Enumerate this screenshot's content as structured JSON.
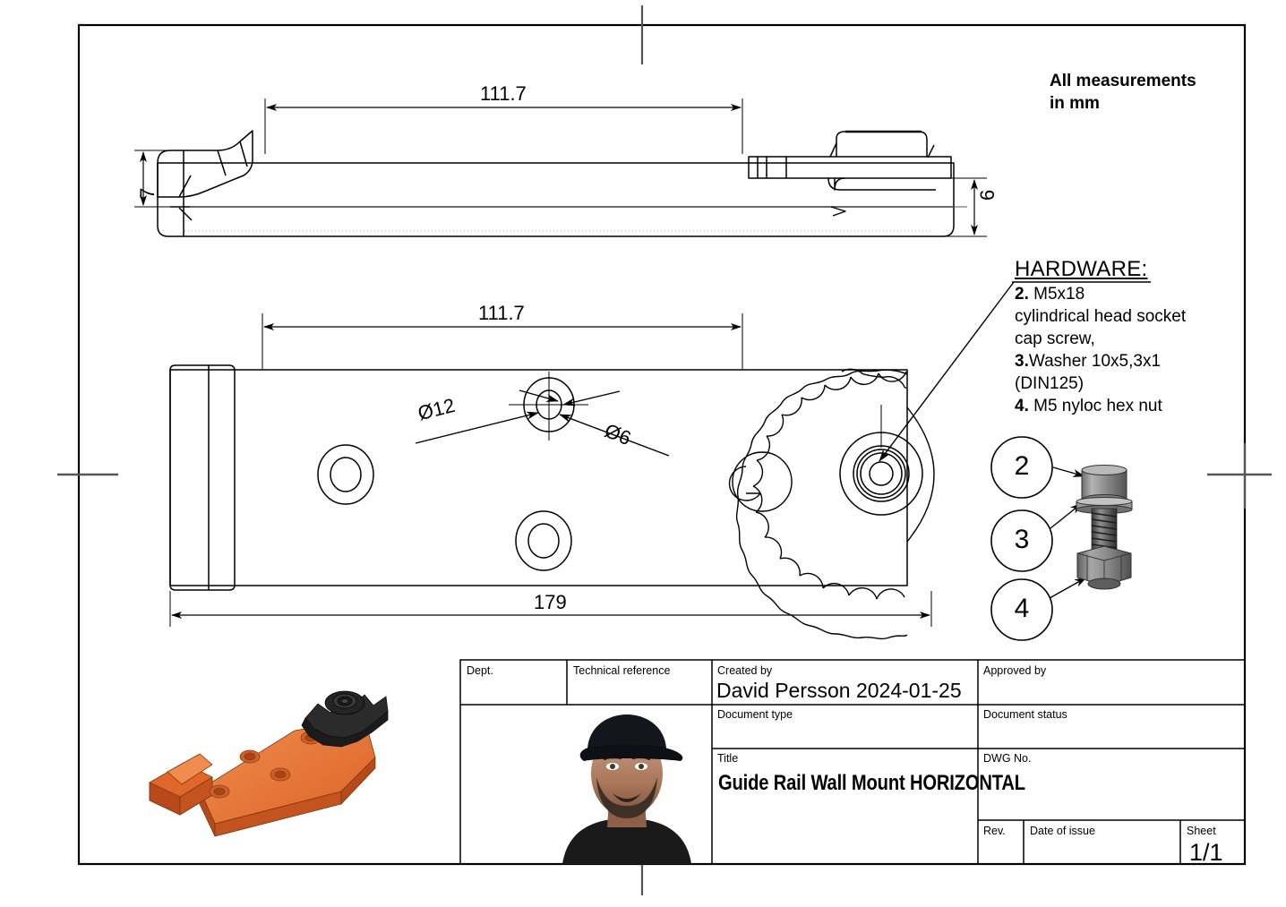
{
  "drawing": {
    "units_note": [
      "All measurements",
      "in mm"
    ],
    "dimensions": {
      "side_length": "111.7",
      "side_height_left": "7",
      "side_height_right": "6",
      "top_length": "111.7",
      "overall_length": "179",
      "hole_counterbore": "Ø12",
      "hole_through": "Ø6"
    },
    "hardware": {
      "heading": "HARDWARE:",
      "lines": [
        {
          "num": "2.",
          "text": " M5x18"
        },
        {
          "num": "",
          "text": " cylindrical head socket"
        },
        {
          "num": "",
          "text": "cap screw,"
        },
        {
          "num": "3.",
          "text": "Washer 10x5,3x1"
        },
        {
          "num": "",
          "text": "(DIN125)"
        },
        {
          "num": "4.",
          "text": " M5 nyloc hex nut"
        }
      ]
    },
    "balloons": [
      {
        "id": "2",
        "target": "cap-screw"
      },
      {
        "id": "3",
        "target": "washer"
      },
      {
        "id": "4",
        "target": "hex-nut"
      }
    ]
  },
  "title_block": {
    "dept": {
      "label": "Dept.",
      "value": ""
    },
    "technical_reference": {
      "label": "Technical reference",
      "value": ""
    },
    "created_by": {
      "label": "Created by",
      "value": "David Persson  2024-01-25"
    },
    "approved_by": {
      "label": "Approved by",
      "value": ""
    },
    "document_type": {
      "label": "Document type",
      "value": ""
    },
    "document_status": {
      "label": "Document status",
      "value": ""
    },
    "title": {
      "label": "Title",
      "value": "Guide Rail Wall Mount HORIZONTAL"
    },
    "dwg_no": {
      "label": "DWG No.",
      "value": ""
    },
    "rev": {
      "label": "Rev.",
      "value": ""
    },
    "date_of_issue": {
      "label": "Date of issue",
      "value": ""
    },
    "sheet": {
      "label": "Sheet",
      "value": "1/1"
    }
  },
  "colors": {
    "line": "#000000",
    "thin_line": "#2b2b2b",
    "part_body": "#e0662a",
    "part_body_light": "#ef8c4e",
    "part_body_dark": "#b8491a",
    "sprocket": "#2b2b2b",
    "hardware_metal": "#8d8d8d"
  }
}
